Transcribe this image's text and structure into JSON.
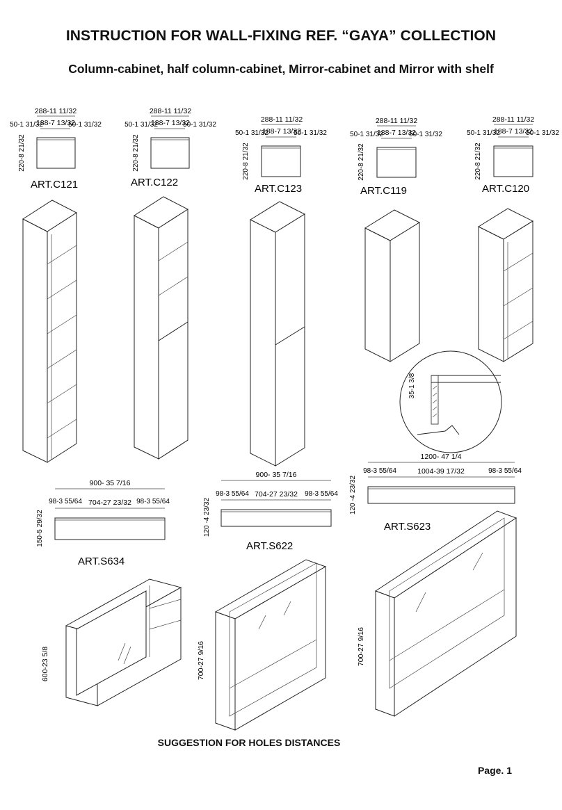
{
  "title": "INSTRUCTION FOR WALL-FIXING REF. “GAYA” COLLECTION",
  "subtitle": "Column-cabinet,  half column-cabinet,  Mirror-cabinet and  Mirror with shelf",
  "products": {
    "c121": {
      "label": "ART.C121",
      "overall": "288-11 11/32",
      "center": "188-7 13/32",
      "side_l": "50-1 31/32",
      "side_r": "50-1 31/32",
      "depth": "220-8 21/32"
    },
    "c122": {
      "label": "ART.C122",
      "overall": "288-11 11/32",
      "center": "188-7 13/32",
      "side_l": "50-1 31/32",
      "side_r": "50-1 31/32",
      "depth": "220-8 21/32"
    },
    "c123": {
      "label": "ART.C123",
      "overall": "288-11 11/32",
      "center": "188-7 13/32",
      "side_l": "50-1 31/32",
      "side_r": "50-1 31/32",
      "depth": "220-8 21/32"
    },
    "c119": {
      "label": "ART.C119",
      "overall": "288-11 11/32",
      "center": "188-7 13/32",
      "side_l": "50-1 31/32",
      "side_r": "50-1 31/32",
      "depth": "220-8 21/32"
    },
    "c120": {
      "label": "ART.C120",
      "overall": "288-11 11/32",
      "center": "188-7 13/32",
      "side_l": "50-1 31/32",
      "side_r": "50-1 31/32",
      "depth": "220-8 21/32"
    },
    "s634": {
      "label": "ART.S634",
      "overall": "900- 35 7/16",
      "center": "704-27 23/32",
      "side_l": "98-3 55/64",
      "side_r": "98-3 55/64",
      "depth": "150-5 29/32",
      "height": "600-23 5/8"
    },
    "s622": {
      "label": "ART.S622",
      "overall": "900- 35 7/16",
      "center": "704-27 23/32",
      "side_l": "98-3 55/64",
      "side_r": "98-3 55/64",
      "depth": "120 -4 23/32",
      "height": "700-27 9/16"
    },
    "s623": {
      "label": "ART.S623",
      "overall": "1200- 47 1/4",
      "center": "1004-39 17/32",
      "side_l": "98-3 55/64",
      "side_r": "98-3 55/64",
      "depth": "120 -4 23/32",
      "height": "700-27 9/16"
    }
  },
  "detail": {
    "dimension": "35-1 3/8"
  },
  "footer_note": "SUGGESTION FOR HOLES DISTANCES",
  "page_label": "Page. 1"
}
